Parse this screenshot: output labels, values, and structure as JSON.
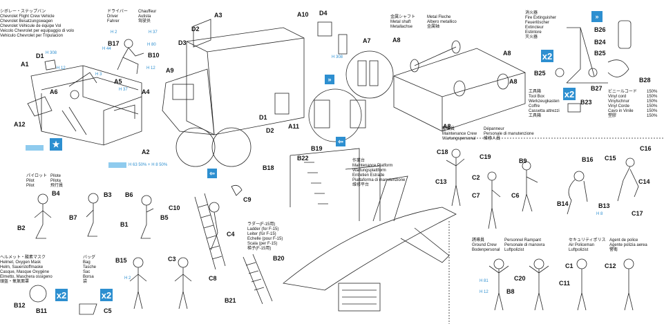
{
  "chevrolet": {
    "jp": "シボレー・ステップバン",
    "lines": [
      "Chevrolet Flight Crew Vehicle",
      "Chevrolet Besatzungswagen",
      "Chevrolet Véhicule de équipe Vol",
      "Veicolo Chevrolet per equipaggio di volo",
      "Vehiculo Chevrolet per Tripulacion"
    ]
  },
  "driver": {
    "jp": "ドライバー",
    "en": "Driver",
    "de": "Fahrer",
    "fr": "Chauffeur",
    "it": "Autista",
    "cn": "驾驶员"
  },
  "metal_shaft": {
    "jp": "金属シャフト",
    "en": "Metal shaft",
    "de": "Metallachse",
    "fr": "Metal Fleche",
    "it": "Albero metallico",
    "cn": "金属轴"
  },
  "extinguisher": {
    "jp": "消火器",
    "en": "Fire Extinguisher",
    "de": "Feuerlöscher",
    "fr": "Extincteur",
    "it": "Estintore",
    "cn": "灭火器"
  },
  "toolbox": {
    "jp": "工具箱",
    "en": "Tool Box",
    "de": "Werkzeugkasten",
    "fr": "Coffre",
    "it": "Cassetta attrezzi",
    "cn": "工具箱"
  },
  "vinyl": {
    "jp": "ビニールコード",
    "lines": [
      "Vinyl cord",
      "Vinylschnur",
      "Vinyl Corde",
      "Cavo in Vinile",
      "塑膠"
    ],
    "pct": "150%"
  },
  "maint_crew": {
    "jp": "整備員",
    "en": "Maintenance Crew",
    "de": "Wartungspersonal",
    "fr": "Dépanneur",
    "it": "Personale di manutenzione",
    "cn": "維修人員"
  },
  "pilot": {
    "jp": "パイロット",
    "en": "Pilot",
    "de": "Pilot",
    "fr": "Pilote",
    "it": "Pilota",
    "cn": "飛行員"
  },
  "platform": {
    "jp": "作業台",
    "en": "Maintenance Platform",
    "de": "Wartungsplattform",
    "fr": "Entretien Estrade",
    "it": "Piattaforma di manutenzione",
    "cn": "维修平台"
  },
  "ladder": {
    "jp": "ラダー(F-15用)",
    "en": "Ladder (for F-15)",
    "de": "Leiter (für F-15)",
    "fr": "Echelle (pour F-15)",
    "it": "Scala (per F-15)",
    "cn": "梯子(F-15用)"
  },
  "helmet": {
    "jp": "ヘルメット・酸素マスク",
    "en": "Helmet, Oxygen Mask",
    "de": "Helm, Sauerstoffmaske",
    "fr": "Casque, Masque Oxygène",
    "it": "Elmetto, Maschera ossigeno",
    "cn": "頭盔・氧氣面罩"
  },
  "bag": {
    "jp": "バッグ",
    "en": "Bag",
    "de": "Tasche",
    "fr": "Sac",
    "it": "Borsa",
    "cn": "袋"
  },
  "ground": {
    "jp": "誘導員",
    "en": "Ground Crew",
    "de": "Bodenpersonal",
    "fr": "Personnel Rampant",
    "it": "Personale di manovra",
    "cn": "Luftpolizist"
  },
  "police": {
    "jp": "セキュリティポリス",
    "en": "Air Policeman",
    "de": "Luftpolizist",
    "fr": "Agent de police",
    "it": "Agente polizia aerea",
    "cn": "警衛"
  },
  "paint": {
    "h306": "H 308",
    "h12": "H 12",
    "h3": "H 3",
    "h37": "H 37",
    "h2": "H 2",
    "h44": "H 44",
    "h80": "H 80",
    "h8": "H 8",
    "h63": "H 63 50% + H 8 50%",
    "h81": "H 81"
  },
  "badges": {
    "x2": "x2"
  },
  "labels": [
    "A1",
    "D1",
    "A6",
    "A12",
    "A5",
    "A4",
    "A2",
    "A3",
    "D2",
    "D3",
    "A9",
    "A10",
    "D4",
    "D1",
    "D2",
    "A11",
    "A7",
    "A8",
    "A8",
    "A8",
    "A8",
    "B26",
    "B24",
    "B25",
    "B25",
    "B23",
    "B27",
    "B28",
    "B17",
    "B10",
    "C18",
    "C19",
    "C13",
    "C2",
    "C7",
    "C6",
    "B9",
    "B16",
    "C15",
    "C16",
    "C14",
    "B14",
    "B13",
    "C17",
    "B4",
    "B3",
    "B6",
    "B2",
    "B7",
    "B1",
    "B5",
    "C10",
    "C9",
    "C4",
    "B18",
    "B22",
    "B19",
    "B20",
    "B21",
    "C3",
    "C8",
    "B15",
    "B12",
    "B11",
    "C5",
    "B8",
    "C20",
    "C11",
    "C1",
    "C12"
  ]
}
